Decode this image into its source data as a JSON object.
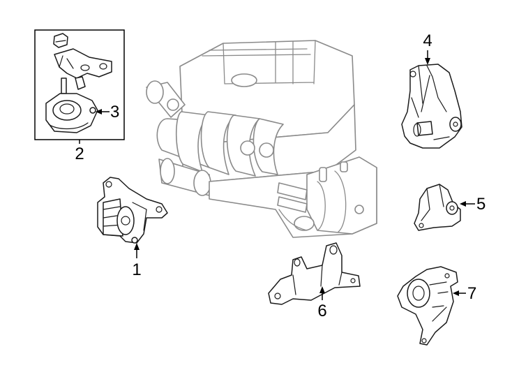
{
  "callouts": [
    {
      "number": "1"
    },
    {
      "number": "2"
    },
    {
      "number": "3"
    },
    {
      "number": "4"
    },
    {
      "number": "5"
    },
    {
      "number": "6"
    },
    {
      "number": "7"
    }
  ],
  "colors": {
    "line": "#1a1a1a",
    "engine_line": "#8a8a8a",
    "background": "#ffffff"
  }
}
